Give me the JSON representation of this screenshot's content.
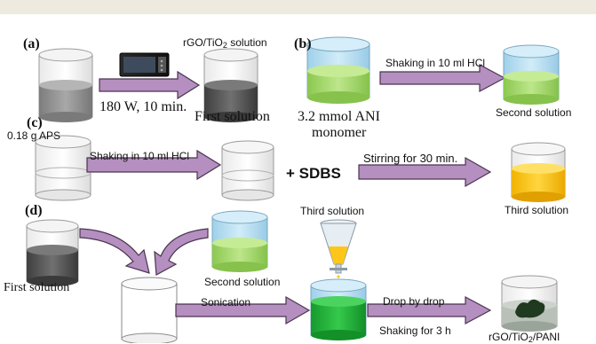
{
  "panels": {
    "a": {
      "label": "(a)",
      "microwave_condition": "180 W, 10 min.",
      "product_title_main": "rGO/TiO",
      "product_title_sub": "2",
      "product_title_end": " solution",
      "product_label": "First solution"
    },
    "b": {
      "label": "(b)",
      "reagent_line1": "3.2 mmol ANI",
      "reagent_line2": "monomer",
      "process": "Shaking in 10 ml HCl",
      "product_label": "Second solution"
    },
    "c": {
      "label": "(c)",
      "reagent": "0.18 g APS",
      "process": "Shaking in 10 ml HCl",
      "additive": "+ SDBS",
      "process2": "Stirring for 30 min.",
      "product_label": "Third solution"
    },
    "d": {
      "label": "(d)",
      "input1": "First solution",
      "input2": "Second solution",
      "funnel_label": "Third solution",
      "process1": "Sonication",
      "process2_top": "Drop by drop",
      "process2_bottom": "Shaking for 3 h",
      "product_main": "rGO/TiO",
      "product_sub": "2",
      "product_end": "/PANI"
    }
  },
  "colors": {
    "arrow_fill": "#b48fbf",
    "arrow_stroke": "#4a3550",
    "gray_liquid": "#8f8f8f",
    "dark_liquid": "#5a5a5a",
    "blue_top": "#b8dcf0",
    "green_liquid": "#a6d86a",
    "yellow_liquid": "#ffc61a",
    "bright_green": "#22b93c",
    "black_precipitate": "#1f3a1f"
  },
  "icons": [
    "microwave-icon",
    "separatory-funnel-icon"
  ]
}
